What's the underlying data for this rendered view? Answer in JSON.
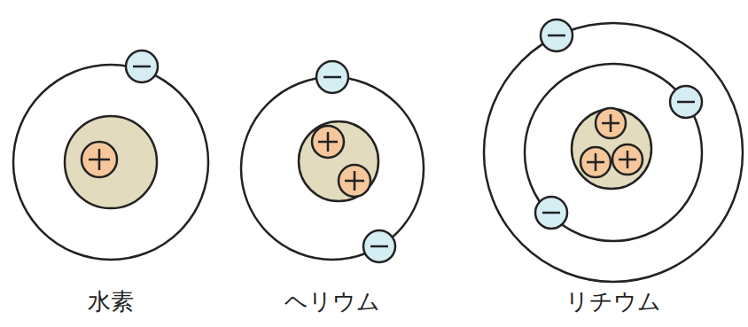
{
  "diagram": {
    "labels": [
      "水素",
      "ヘリウム",
      "リチウム"
    ]
  }
}
